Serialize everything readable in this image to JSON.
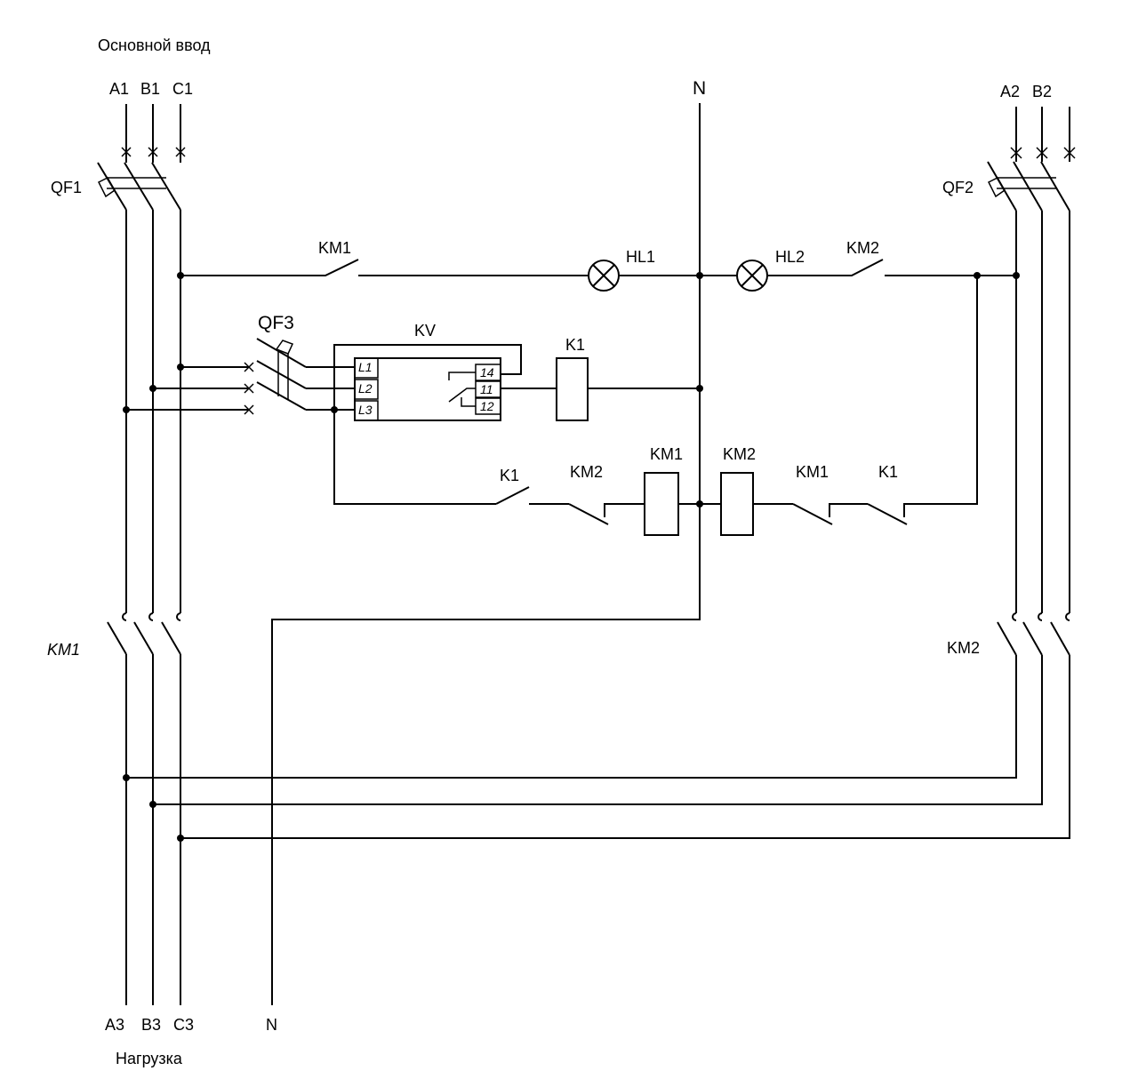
{
  "labels": {
    "main_input_title": "Основной ввод",
    "load_title": "Нагрузка",
    "a1": "A1",
    "b1": "B1",
    "c1": "C1",
    "a2": "A2",
    "b2": "B2",
    "n_top": "N",
    "n_bottom": "N",
    "a3": "A3",
    "b3": "B3",
    "c3": "C3",
    "qf1": "QF1",
    "qf2": "QF2",
    "qf3": "QF3",
    "km1_top": "KM1",
    "km2_top": "KM2",
    "hl1": "HL1",
    "hl2": "HL2",
    "kv": "KV",
    "k1_coil": "K1",
    "k1_contact_left": "K1",
    "km2_contact_left": "KM2",
    "km1_coil": "KM1",
    "km2_coil": "KM2",
    "km1_contact_right": "KM1",
    "k1_contact_right": "K1",
    "km1_power": "KM1",
    "km2_power": "KM2",
    "kv_t_l1": "L1",
    "kv_t_l2": "L2",
    "kv_t_l3": "L3",
    "kv_t_14": "14",
    "kv_t_11": "11",
    "kv_t_12": "12"
  }
}
